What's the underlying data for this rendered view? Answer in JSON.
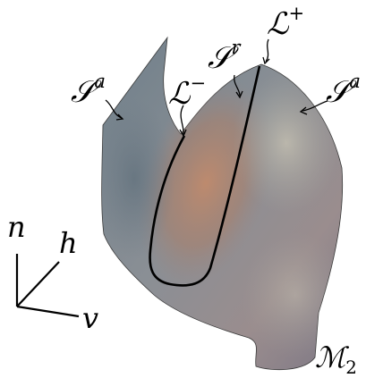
{
  "labels": {
    "sa_left": {
      "base": "𝒮",
      "sup": "a"
    },
    "sr": {
      "base": "𝒮",
      "sup": "r"
    },
    "sa_right": {
      "base": "𝒮",
      "sup": "a"
    },
    "l_minus": {
      "base": "ℒ",
      "sup": "−"
    },
    "l_plus": {
      "base": "ℒ",
      "sup": "+"
    },
    "manifold": {
      "base": "ℳ",
      "sub": "2"
    }
  },
  "axes": {
    "n": "n",
    "h": "h",
    "v": "v"
  },
  "colors": {
    "surface_cool": "#7f8a92",
    "surface_warm": "#a07a66",
    "curve": "#000000"
  }
}
